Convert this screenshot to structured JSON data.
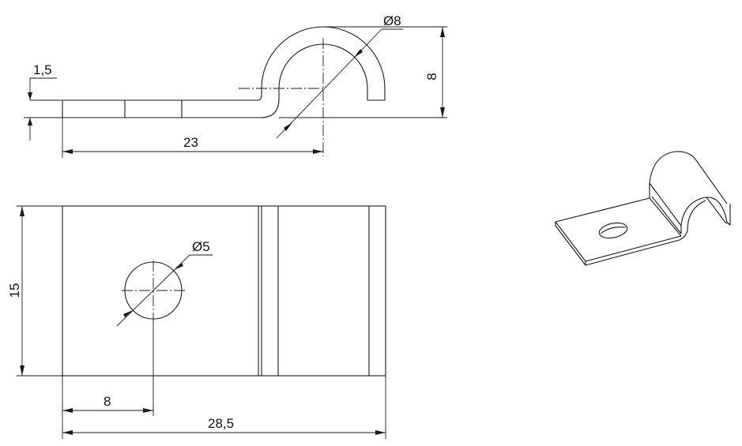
{
  "drawing": {
    "type": "technical-drawing",
    "subject": "single-sided pipe clamp / P-clip",
    "views": {
      "side_view": {
        "dimensions": {
          "thickness": "1,5",
          "hole_position": "23",
          "clamp_diameter": "Ø8",
          "height": "8"
        }
      },
      "top_view": {
        "dimensions": {
          "width": "15",
          "hole_diameter": "Ø5",
          "hole_offset": "8",
          "overall_length": "28,5"
        }
      },
      "isometric_view": {
        "label": ""
      }
    },
    "colors": {
      "line": "#1a1a1a",
      "background": "#ffffff"
    }
  }
}
